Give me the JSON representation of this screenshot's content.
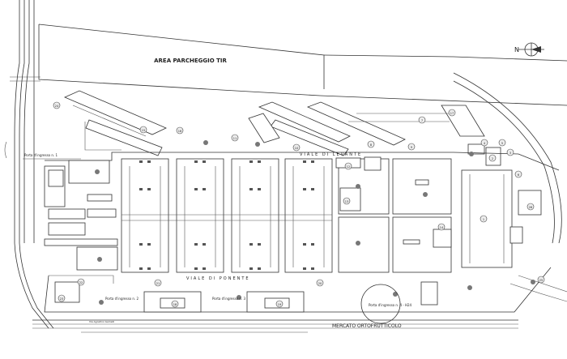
{
  "labels": {
    "parking": "AREA PARCHEGGIO TIR",
    "viale_levante": "VIALE DI LEVANTE",
    "viale_ponente": "VIALE DI PONENTE",
    "market": "MERCATO ORTOFRUTTICOLO",
    "gate_1": "Porta d'ingresso n. 1",
    "gate_2": "Porta d'ingresso n. 2",
    "gate_3": "Porta d'ingresso n. 3",
    "gate_4": "Porta d'ingresso n. 4 - H24",
    "road_bottom": "Via Agostino Gemelli"
  },
  "compass": {
    "letter": "N"
  },
  "markers": [
    "24",
    "15",
    "16",
    "11",
    "10",
    "8",
    "9",
    "7",
    "12",
    "13",
    "14",
    "21",
    "20",
    "18",
    "19",
    "22",
    "23",
    "25",
    "26",
    "1",
    "2",
    "3",
    "4",
    "5",
    "6",
    "17"
  ]
}
